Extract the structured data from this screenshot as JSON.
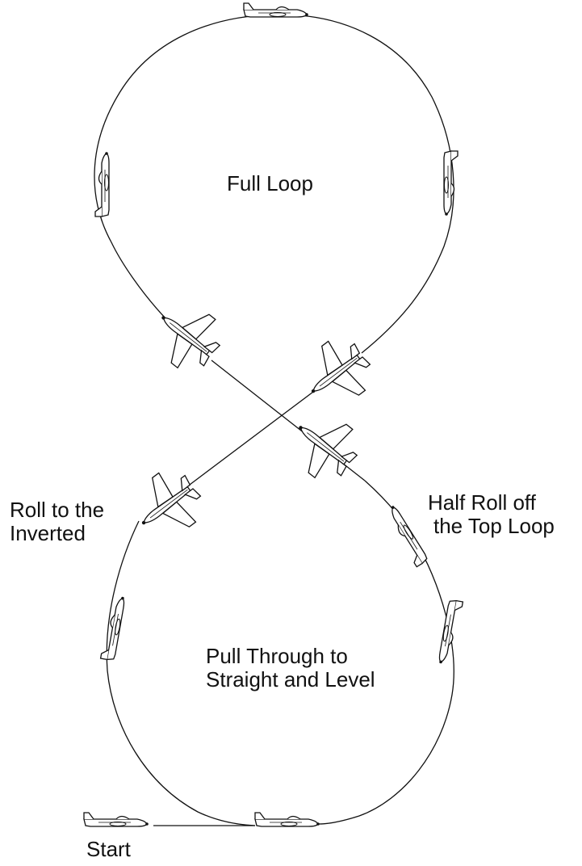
{
  "labels": {
    "full_loop": "Full Loop",
    "roll_inverted": [
      "Roll to the",
      "Inverted"
    ],
    "half_roll": [
      "Half Roll off",
      "the Top Loop"
    ],
    "pull_through": [
      "Pull Through to",
      "Straight and Level"
    ],
    "start": "Start"
  },
  "colors": {
    "line": "#111111",
    "plane_fill": "#ffffff"
  }
}
